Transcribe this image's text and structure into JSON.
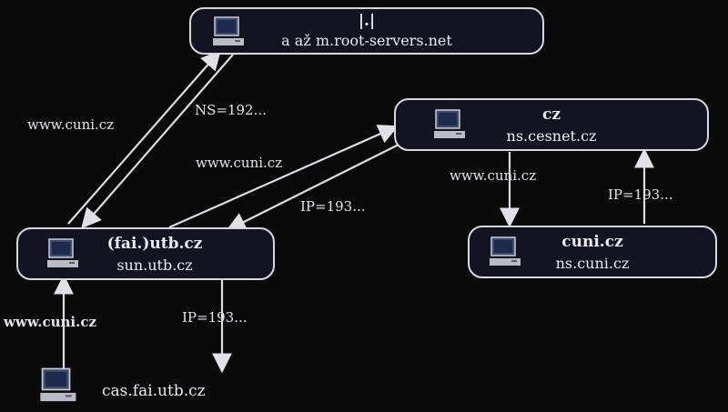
{
  "nodes": {
    "root": {
      "title": "|.|",
      "host": "a až m.root-servers.net"
    },
    "cz": {
      "title": "cz",
      "host": "ns.cesnet.cz"
    },
    "utb": {
      "title": "(fai.)utb.cz",
      "host": "sun.utb.cz"
    },
    "cuni": {
      "title": "cuni.cz",
      "host": "ns.cuni.cz"
    }
  },
  "client": {
    "host": "cas.fai.utb.cz"
  },
  "edges": {
    "utb_to_root": "www.cuni.cz",
    "root_to_utb": "NS=192...",
    "utb_to_cz": "www.cuni.cz",
    "cz_to_utb": "IP=193...",
    "cz_to_cuni": "www.cuni.cz",
    "cuni_to_cz": "IP=193...",
    "client_to_utb": "www.cuni.cz",
    "utb_to_client": "IP=193..."
  },
  "colors": {
    "background": "#0a0a0a",
    "node_fill": "#131322",
    "stroke": "#d8d8de"
  }
}
